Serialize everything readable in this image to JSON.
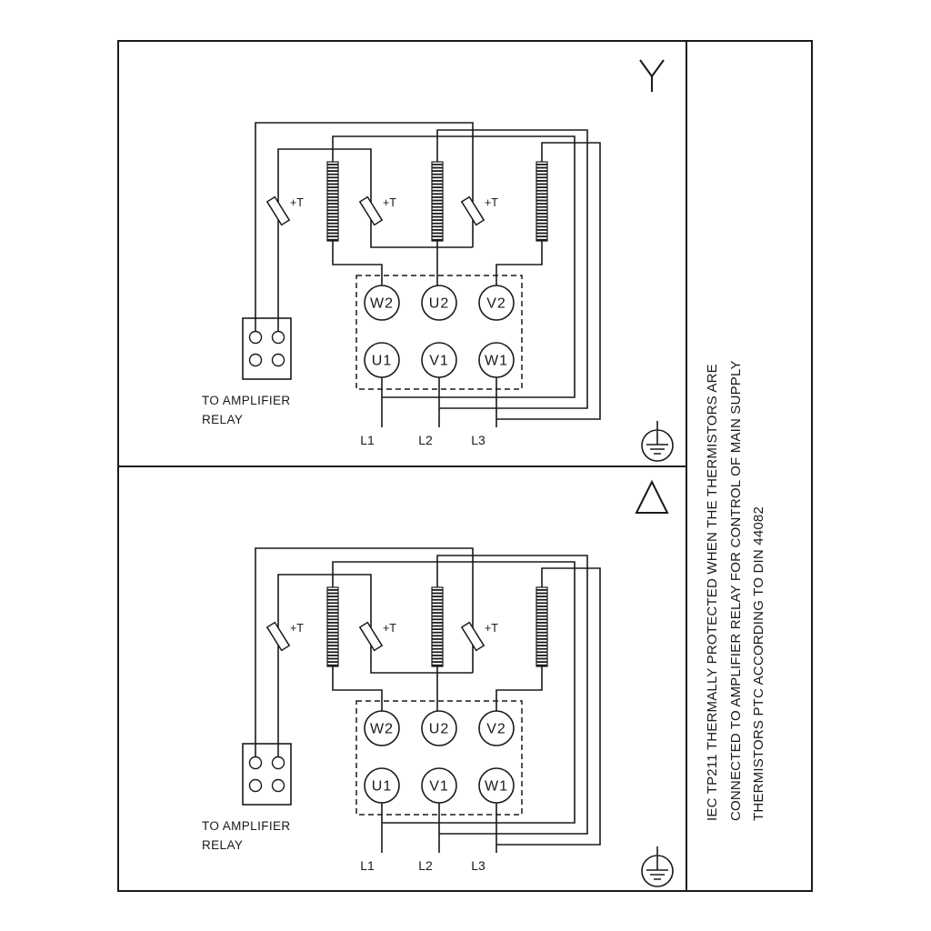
{
  "diagram": {
    "panels": [
      {
        "name": "star-connection",
        "connection": "star",
        "thermistor_label": "+T",
        "relay_caption": [
          "TO AMPLIFIER",
          "RELAY"
        ],
        "terminals_top": [
          "W2",
          "U2",
          "V2"
        ],
        "terminals_bottom": [
          "U1",
          "V1",
          "W1"
        ],
        "supply_lines": [
          "L1",
          "L2",
          "L3"
        ]
      },
      {
        "name": "delta-connection",
        "connection": "delta",
        "thermistor_label": "+T",
        "relay_caption": [
          "TO AMPLIFIER",
          "RELAY"
        ],
        "terminals_top": [
          "W2",
          "U2",
          "V2"
        ],
        "terminals_bottom": [
          "U1",
          "V1",
          "W1"
        ],
        "supply_lines": [
          "L1",
          "L2",
          "L3"
        ]
      }
    ],
    "side_note_lines": [
      "IEC TP211 THERMALLY PROTECTED WHEN THE THERMISTORS ARE",
      "CONNECTED TO AMPLIFIER RELAY FOR CONTROL OF MAIN SUPPLY",
      "THERMISTORS PTC ACCORDING TO DIN 44082"
    ]
  },
  "colors": {
    "line": "#1a1a1a",
    "background": "#ffffff"
  }
}
